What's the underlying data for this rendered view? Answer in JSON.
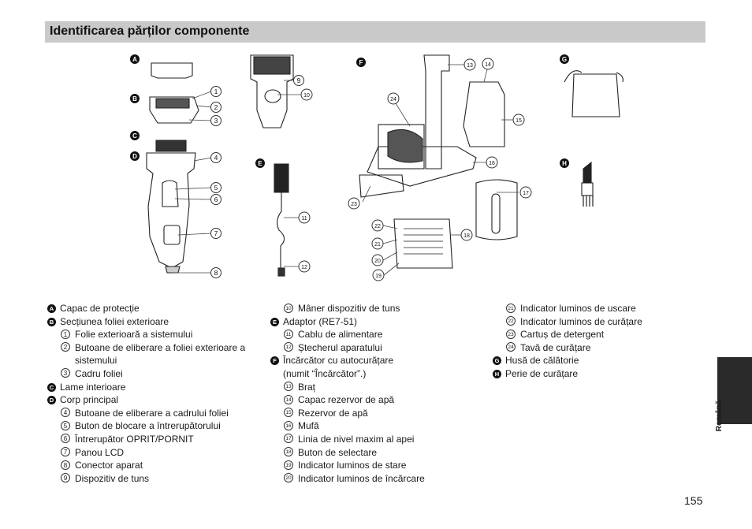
{
  "header": {
    "title": "Identificarea părților componente"
  },
  "figure": {
    "letters": [
      "A",
      "B",
      "C",
      "D",
      "E",
      "F",
      "G",
      "H"
    ],
    "numbers": [
      "1",
      "2",
      "3",
      "4",
      "5",
      "6",
      "7",
      "8",
      "9",
      "10",
      "11",
      "12",
      "13",
      "14",
      "15",
      "16",
      "17",
      "18",
      "19",
      "20",
      "21",
      "22",
      "23",
      "24"
    ]
  },
  "legend": {
    "col1": [
      {
        "kind": "letter",
        "marker": "A",
        "text": "Capac de protecție"
      },
      {
        "kind": "letter",
        "marker": "B",
        "text": "Secțiunea foliei exterioare"
      },
      {
        "kind": "num",
        "marker": "1",
        "text": "Folie exterioară a sistemului"
      },
      {
        "kind": "num",
        "marker": "2",
        "text": "Butoane de eliberare a foliei exterioare a"
      },
      {
        "kind": "cont",
        "marker": "",
        "text": "sistemului"
      },
      {
        "kind": "num",
        "marker": "3",
        "text": "Cadru foliei"
      },
      {
        "kind": "letter",
        "marker": "C",
        "text": "Lame interioare"
      },
      {
        "kind": "letter",
        "marker": "D",
        "text": "Corp principal"
      },
      {
        "kind": "num",
        "marker": "4",
        "text": "Butoane de eliberare a cadrului foliei"
      },
      {
        "kind": "num",
        "marker": "5",
        "text": "Buton de blocare a întrerupătorului"
      },
      {
        "kind": "num",
        "marker": "6",
        "text": "Întrerupător OPRIT/PORNIT"
      },
      {
        "kind": "num",
        "marker": "7",
        "text": "Panou LCD"
      },
      {
        "kind": "num",
        "marker": "8",
        "text": "Conector aparat"
      },
      {
        "kind": "num",
        "marker": "9",
        "text": "Dispozitiv de tuns"
      }
    ],
    "col2": [
      {
        "kind": "num",
        "marker": "10",
        "text": "Mâner dispozitiv de tuns"
      },
      {
        "kind": "letter",
        "marker": "E",
        "text": "Adaptor (RE7-51)"
      },
      {
        "kind": "num",
        "marker": "11",
        "text": "Cablu de alimentare"
      },
      {
        "kind": "num",
        "marker": "12",
        "text": "Ștecherul aparatului"
      },
      {
        "kind": "letter",
        "marker": "F",
        "text": "Încărcător cu autocurățare"
      },
      {
        "kind": "cont1",
        "marker": "",
        "text": "(numit “Încărcător”.)"
      },
      {
        "kind": "num",
        "marker": "13",
        "text": "Braț"
      },
      {
        "kind": "num",
        "marker": "14",
        "text": "Capac rezervor de apă"
      },
      {
        "kind": "num",
        "marker": "15",
        "text": "Rezervor de apă"
      },
      {
        "kind": "num",
        "marker": "16",
        "text": "Mufă"
      },
      {
        "kind": "num",
        "marker": "17",
        "text": "Linia de nivel maxim al apei"
      },
      {
        "kind": "num",
        "marker": "18",
        "text": "Buton de selectare"
      },
      {
        "kind": "num",
        "marker": "19",
        "text": "Indicator luminos de stare"
      },
      {
        "kind": "num",
        "marker": "20",
        "text": "Indicator luminos de încărcare"
      }
    ],
    "col3": [
      {
        "kind": "num",
        "marker": "21",
        "text": "Indicator luminos de uscare"
      },
      {
        "kind": "num",
        "marker": "22",
        "text": "Indicator luminos de curățare"
      },
      {
        "kind": "num",
        "marker": "23",
        "text": "Cartuș de detergent"
      },
      {
        "kind": "num",
        "marker": "24",
        "text": "Tavă de curățare"
      },
      {
        "kind": "letter",
        "marker": "G",
        "text": "Husă de călătorie"
      },
      {
        "kind": "letter",
        "marker": "H",
        "text": "Perie de curățare"
      }
    ]
  },
  "sidebar": {
    "language": "Română"
  },
  "footer": {
    "page_number": "155"
  }
}
